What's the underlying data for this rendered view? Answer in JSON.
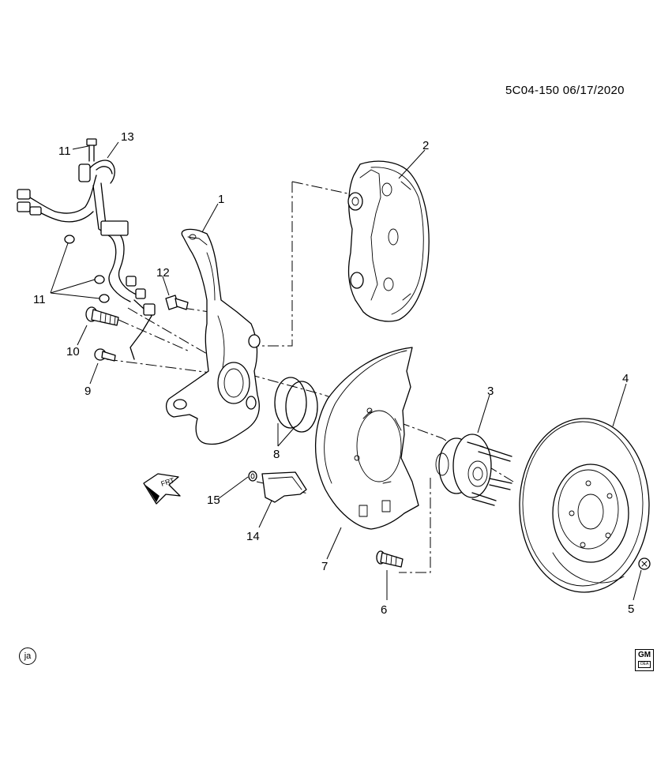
{
  "diagram": {
    "reference": "5C04-150  06/17/2020",
    "corner_badge": "ja",
    "logo": {
      "top": "GM",
      "bottom": "OEA"
    },
    "direction_arrow": "FRT",
    "callouts": [
      {
        "id": "1",
        "label": "1"
      },
      {
        "id": "2",
        "label": "2"
      },
      {
        "id": "3",
        "label": "3"
      },
      {
        "id": "4",
        "label": "4"
      },
      {
        "id": "5",
        "label": "5"
      },
      {
        "id": "6",
        "label": "6"
      },
      {
        "id": "7",
        "label": "7"
      },
      {
        "id": "8",
        "label": "8"
      },
      {
        "id": "9",
        "label": "9"
      },
      {
        "id": "10",
        "label": "10"
      },
      {
        "id": "11a",
        "label": "11"
      },
      {
        "id": "11b",
        "label": "11"
      },
      {
        "id": "12",
        "label": "12"
      },
      {
        "id": "13",
        "label": "13"
      },
      {
        "id": "14",
        "label": "14"
      },
      {
        "id": "15",
        "label": "15"
      }
    ]
  }
}
